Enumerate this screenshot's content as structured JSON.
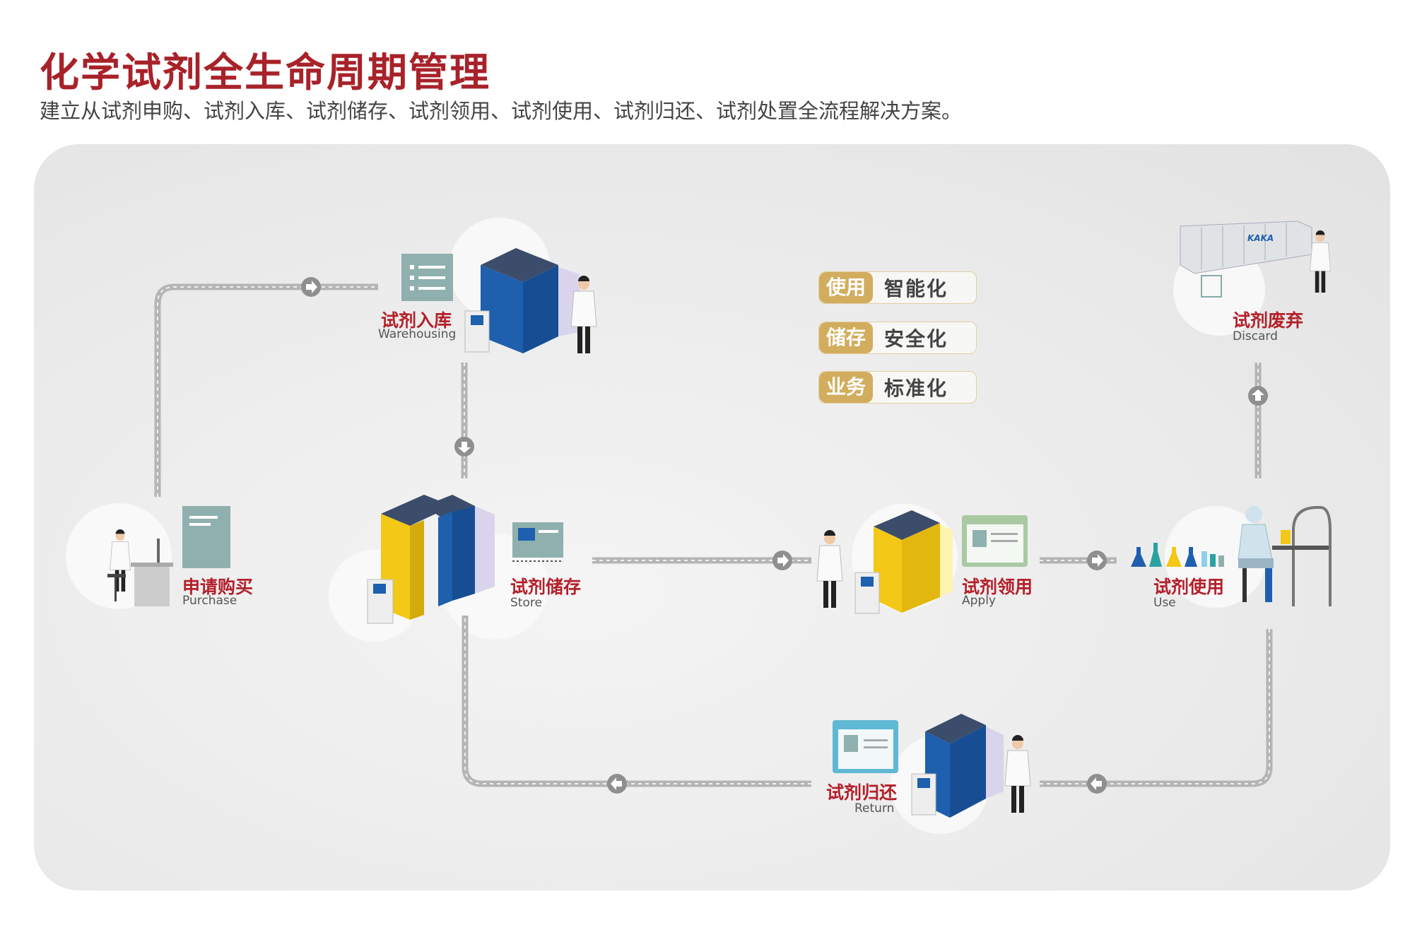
{
  "header": {
    "title": "化学试剂全生命周期管理",
    "subtitle": "建立从试剂申购、试剂入库、试剂储存、试剂领用、试剂使用、试剂归还、试剂处置全流程解决方案。"
  },
  "badges": [
    {
      "key": "使用",
      "value": "智能化"
    },
    {
      "key": "储存",
      "value": "安全化"
    },
    {
      "key": "业务",
      "value": "标准化"
    }
  ],
  "steps": {
    "purchase": {
      "cn": "申请购买",
      "en": "Purchase"
    },
    "warehousing": {
      "cn": "试剂入库",
      "en": "Warehousing"
    },
    "store": {
      "cn": "试剂储存",
      "en": "Store"
    },
    "apply": {
      "cn": "试剂领用",
      "en": "Apply"
    },
    "use": {
      "cn": "试剂使用",
      "en": "Use"
    },
    "discard": {
      "cn": "试剂废弃",
      "en": "Discard"
    },
    "return": {
      "cn": "试剂归还",
      "en": "Return"
    }
  },
  "container_logo": "KAKA",
  "colors": {
    "title": "#a8222a",
    "label": "#b3202a",
    "badge_gold": "#d2ad5e",
    "path": "#b5b5b5",
    "cabinet_blue": "#1e5fae",
    "cabinet_yellow": "#f3c816",
    "cabinet_top": "#3c4d6b"
  }
}
